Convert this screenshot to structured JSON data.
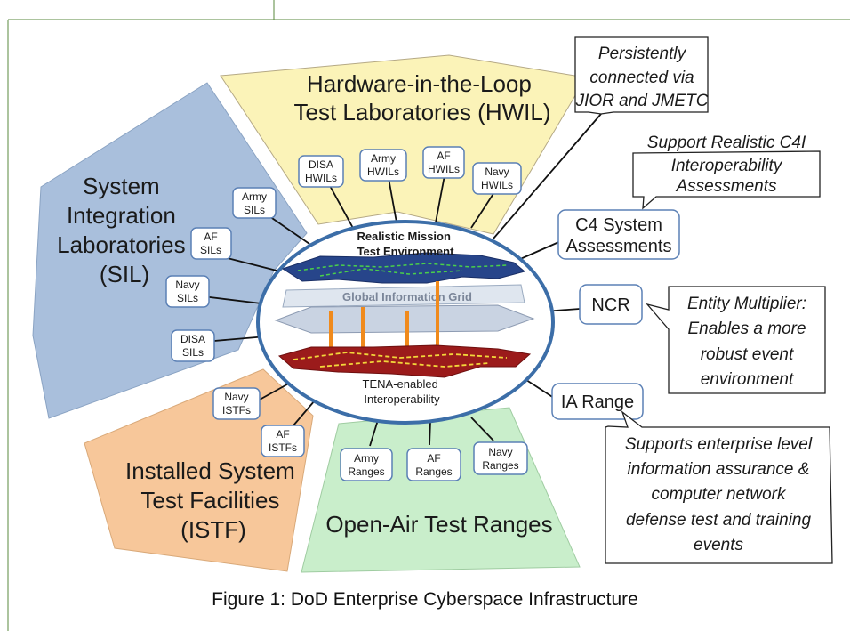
{
  "colors": {
    "frame": "#5a8a3c",
    "hwil_fill": "#fbf3b8",
    "sil_fill": "#a9bfdc",
    "istf_fill": "#f7c79a",
    "ranges_fill": "#c9eecb",
    "ellipse_border": "#3c6ea8",
    "box_border": "#5b80b5"
  },
  "sectors": {
    "hwil": "Hardware-in-the-Loop\nTest Laboratories (HWIL)",
    "sil": "System\nIntegration\nLaboratories\n(SIL)",
    "istf": "Installed System\nTest Facilities\n(ISTF)",
    "ranges": "Open-Air Test Ranges"
  },
  "small_boxes": {
    "disa_hwils": "DISA\nHWILs",
    "army_hwils": "Army\nHWILs",
    "af_hwils": "AF\nHWILs",
    "navy_hwils": "Navy\nHWILs",
    "army_sils": "Army\nSILs",
    "af_sils": "AF\nSILs",
    "navy_sils": "Navy\nSILs",
    "disa_sils": "DISA\nSILs",
    "navy_istfs": "Navy\nISTFs",
    "af_istfs": "AF\nISTFs",
    "army_ranges": "Army\nRanges",
    "af_ranges": "AF\nRanges",
    "navy_ranges": "Navy\nRanges"
  },
  "right_boxes": {
    "c4": "C4 System\nAssessments",
    "ncr": "NCR",
    "ia": "IA Range"
  },
  "callouts": {
    "jior": "Persistently\nconnected via\nJIOR and JMETC",
    "c4i": "Support Realistic C4I\nInteroperability\nAssessments",
    "entity": "Entity Multiplier:\nEnables a more\nrobust event\nenvironment",
    "ia": "Supports enterprise level\ninformation assurance &\ncomputer network\ndefense test and training\nevents"
  },
  "center": {
    "title": "Realistic Mission\nTest Environment",
    "grid_label": "Global Information Grid",
    "bottom": "TENA-enabled\nInteroperability"
  },
  "caption": "Figure 1: DoD Enterprise Cyberspace Infrastructure"
}
